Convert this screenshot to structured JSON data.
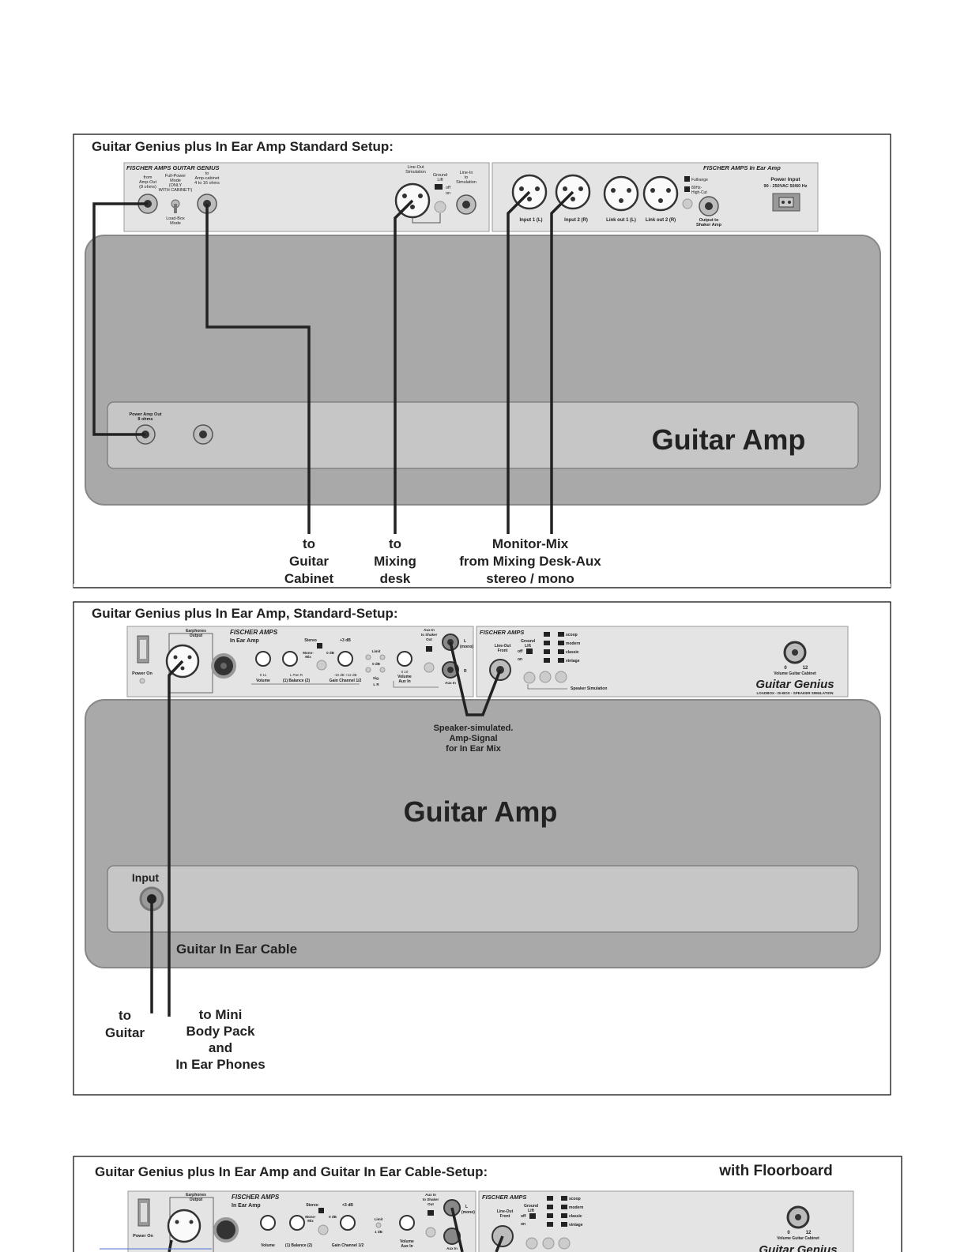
{
  "panel1": {
    "title": "Guitar Genius plus In Ear Amp Standard Setup:",
    "gg_brand": "FISCHER AMPS  GUITAR GENIUS",
    "gg_labels": {
      "from_amp_out": [
        "from",
        "Amp-Out",
        "(8 ohms)"
      ],
      "full_power": [
        "Full-Power",
        "Mode",
        "(ONLY",
        "WITH CABINET!)"
      ],
      "load_box": [
        "Load-Box",
        "Mode"
      ],
      "to_amp_cabinet": [
        "to",
        "Amp-cabinet",
        "4 to 16 ohms"
      ],
      "line_out_sim": [
        "Line-Out",
        "Simulation"
      ],
      "ground_lift": [
        "Ground",
        "Lift"
      ],
      "off": "off",
      "on": "on",
      "line_in_sim": [
        "Line-In",
        "to",
        "Simulation"
      ]
    },
    "iea_brand": "FISCHER AMPS   In Ear Amp",
    "iea_labels": {
      "input1": "Input 1 (L)",
      "input2": "Input 2 (R)",
      "link1": "Link out 1 (L)",
      "link2": "Link out 2 (R)",
      "fullrange": "Fullrange",
      "highcut": [
        "80Hz-",
        "High-Cut"
      ],
      "shaker": [
        "Output to",
        "Shaker Amp"
      ],
      "power_input": "Power Input",
      "power_voltage": "90 - 250VAC 50/60 Hz"
    },
    "amp": {
      "power_amp_out": [
        "Power Amp Out",
        "8 ohms"
      ],
      "name": "Guitar Amp"
    },
    "captions": {
      "cabinet": [
        "to",
        "Guitar",
        "Cabinet"
      ],
      "mixing": [
        "to",
        "Mixing",
        "desk"
      ],
      "monitor": [
        "Monitor-Mix",
        "from Mixing Desk-Aux",
        "stereo / mono"
      ]
    }
  },
  "panel2": {
    "title": "Guitar Genius plus In Ear Amp, Standard-Setup:",
    "iea_brand": [
      "FISCHER AMPS",
      "In Ear Amp"
    ],
    "iea_labels": {
      "power_on": "Power On",
      "earphones": [
        "Earphones",
        "Output"
      ],
      "stereo": "Stereo",
      "mono_mix": [
        "Mono-",
        "Mix"
      ],
      "zero_db": "0 dB",
      "plus3db": "+3 dB",
      "volume": "Volume",
      "balance": "(1) Balance (2)",
      "pan": "L   Pan   R",
      "gain": "Gain Channel 1/2",
      "gain_range": "-10 dB     +12 dB",
      "vol_range": "0         11",
      "limit": "Limit",
      "zero_db2": "0 dB",
      "sig": "Sig.",
      "lr": "L    R",
      "aux_in_shaker": [
        "Aux In",
        "to Shaker",
        "Out"
      ],
      "aux_volume": [
        "Volume",
        "Aux In"
      ],
      "aux_range": "0     10",
      "aux_in": "Aux In",
      "l_mono": [
        "L",
        "(mono)"
      ],
      "r": "R"
    },
    "gg_brand": "FISCHER AMPS",
    "gg_labels": {
      "line_out_front": [
        "Line-Out",
        "Front"
      ],
      "ground_lift": [
        "Ground",
        "Lift"
      ],
      "off": "off",
      "on": "on",
      "scoop": "scoop",
      "modern": "modern",
      "classic": "classic",
      "vintage": "vintage",
      "speaker_sim": "Speaker Simulation",
      "vol_cab": "Volume Guitar Cabinet",
      "vol_range": [
        "0",
        "12"
      ],
      "logo": "Guitar Genius",
      "logo_sub": "LOADBOX - DI-BOX - SPEAKER SIMULATION"
    },
    "annotation": [
      "Speaker-simulated.",
      "Amp-Signal",
      "for In Ear Mix"
    ],
    "amp": {
      "name": "Guitar Amp",
      "input": "Input",
      "cable": "Guitar In Ear Cable"
    },
    "captions": {
      "guitar": [
        "to",
        "Guitar"
      ],
      "bodypack": [
        "to Mini",
        "Body Pack",
        "and",
        "In Ear Phones"
      ]
    }
  },
  "panel3": {
    "title": "Guitar Genius plus In Ear Amp and Guitar In Ear Cable-Setup:",
    "subtitle": "with Floorboard",
    "iea_brand": [
      "FISCHER AMPS",
      "In Ear Amp"
    ],
    "iea_labels": {
      "earphones": [
        "Earphones",
        "Output"
      ],
      "stereo": "Stereo",
      "mono_mix": [
        "Mono-",
        "Mix"
      ],
      "zero_db": "0 dB",
      "plus3db": "<3 dB",
      "power_on": "Power On",
      "limit": "Limit",
      "zero_db2": "1 dB",
      "aux_in_shaker": [
        "Aux In",
        "to Shaker",
        "Out"
      ],
      "l_mono": [
        "L",
        "(mono)"
      ],
      "volume_partial": "Volume",
      "balance_partial": "(1) Balance (2)",
      "gain_partial": "Gain Channel 1/2",
      "aux_volume_partial": [
        "Volume",
        "Aux In"
      ],
      "aux_in_partial": "Aux In"
    },
    "gg_brand": "FISCHER AMPS",
    "gg_labels": {
      "line_out_front": [
        "Line-Out",
        "Front"
      ],
      "ground_lift": [
        "Ground",
        "Lift"
      ],
      "off": "off",
      "on": "on",
      "scoop": "scoop",
      "modern": "modern",
      "classic": "classic",
      "vintage": "vintage",
      "vol_range": [
        "0",
        "12"
      ],
      "vol_cab": "Volume Guitar Cabinet",
      "logo": "Guitar Genius"
    }
  }
}
